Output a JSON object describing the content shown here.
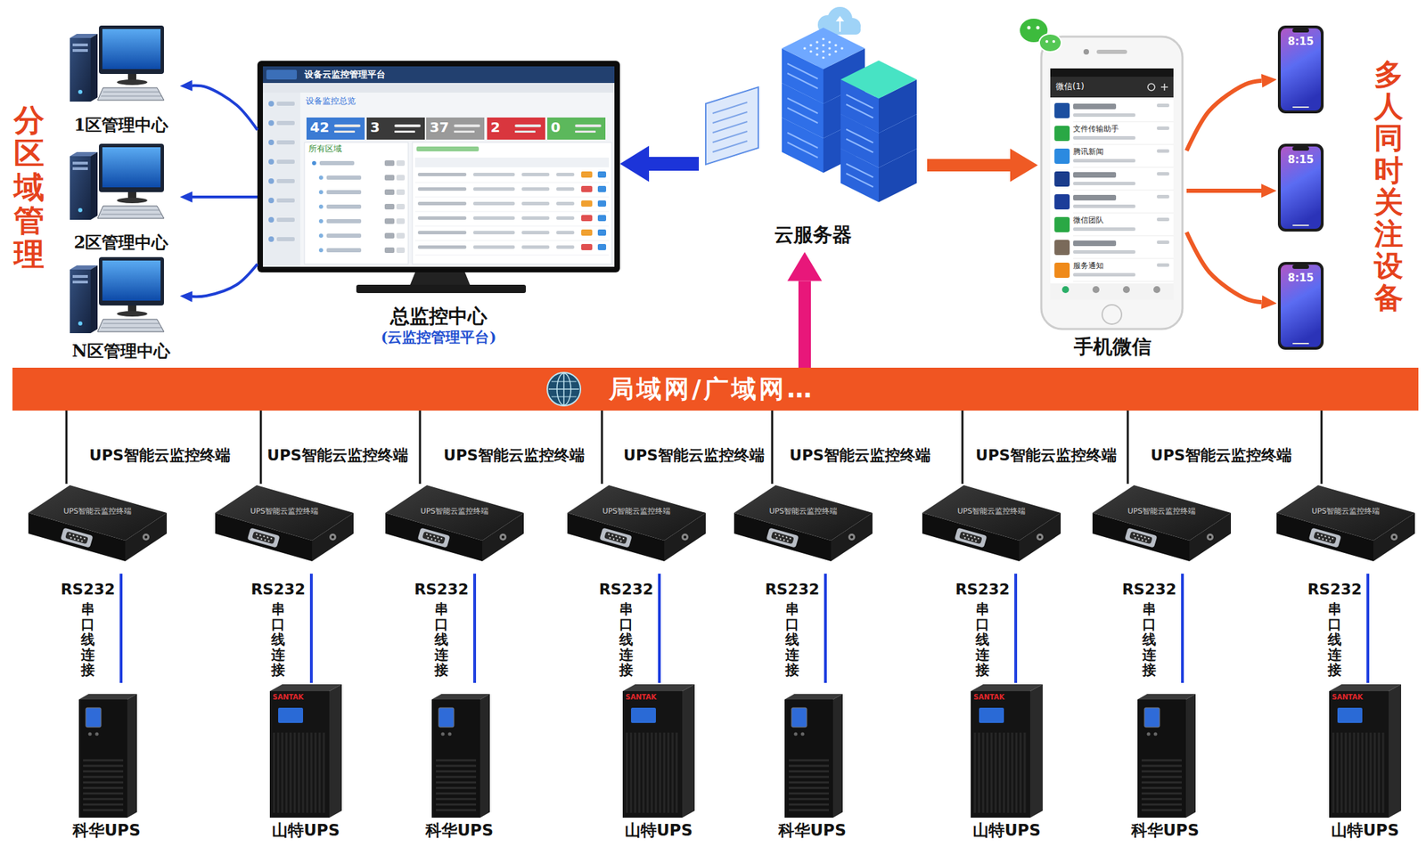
{
  "diagram": {
    "nodes": [
      {
        "text": [
          "1区管理中心"
        ]
      },
      {
        "text": [
          "2区管理中心"
        ]
      },
      {
        "text": [
          "N区管理中心"
        ]
      },
      {
        "text": [
          "总监控中心",
          "(云监控管理平台)"
        ]
      },
      {
        "text": [
          "云服务器"
        ]
      },
      {
        "text": [
          "手机微信"
        ]
      },
      {
        "text": [
          "8:15"
        ]
      },
      {
        "text": [
          "8:15"
        ]
      },
      {
        "text": [
          "8:15"
        ]
      },
      {
        "text": [
          "局域网/广域网…"
        ]
      },
      {
        "text": [
          "UPS智能云监控终端"
        ]
      },
      {
        "text": [
          "UPS智能云监控终端"
        ]
      },
      {
        "text": [
          "UPS智能云监控终端"
        ]
      },
      {
        "text": [
          "UPS智能云监控终端"
        ]
      },
      {
        "text": [
          "UPS智能云监控终端"
        ]
      },
      {
        "text": [
          "UPS智能云监控终端"
        ]
      },
      {
        "text": [
          "UPS智能云监控终端"
        ]
      },
      {
        "text": [
          "UPS智能云监控终端"
        ]
      },
      {
        "text": [
          "科华UPS"
        ]
      },
      {
        "text": [
          "山特UPS"
        ]
      },
      {
        "text": [
          "科华UPS"
        ]
      },
      {
        "text": [
          "山特UPS"
        ]
      },
      {
        "text": [
          "科华UPS"
        ]
      },
      {
        "text": [
          "山特UPS"
        ]
      },
      {
        "text": [
          "科华UPS"
        ]
      },
      {
        "text": [
          "山特UPS"
        ]
      }
    ],
    "edges": [
      {
        "from": 3,
        "to": 0,
        "arrow": "to"
      },
      {
        "from": 3,
        "to": 1,
        "arrow": "to"
      },
      {
        "from": 3,
        "to": 2,
        "arrow": "to"
      },
      {
        "from": 4,
        "to": 3,
        "arrow": "to"
      },
      {
        "from": 4,
        "to": 5,
        "arrow": "to"
      },
      {
        "from": 5,
        "to": 6,
        "arrow": "to"
      },
      {
        "from": 5,
        "to": 7,
        "arrow": "to"
      },
      {
        "from": 5,
        "to": 8,
        "arrow": "to"
      },
      {
        "from": 9,
        "to": 4,
        "arrow": "to"
      },
      {
        "from": 10,
        "to": 9,
        "arrow": "none"
      },
      {
        "from": 11,
        "to": 9,
        "arrow": "none"
      },
      {
        "from": 12,
        "to": 9,
        "arrow": "none"
      },
      {
        "from": 13,
        "to": 9,
        "arrow": "none"
      },
      {
        "from": 14,
        "to": 9,
        "arrow": "none"
      },
      {
        "from": 15,
        "to": 9,
        "arrow": "none"
      },
      {
        "from": 16,
        "to": 9,
        "arrow": "none"
      },
      {
        "from": 17,
        "to": 9,
        "arrow": "none"
      },
      {
        "from": 18,
        "to": 10,
        "arrow": "none"
      },
      {
        "from": 19,
        "to": 11,
        "arrow": "none"
      },
      {
        "from": 20,
        "to": 12,
        "arrow": "none"
      },
      {
        "from": 21,
        "to": 13,
        "arrow": "none"
      },
      {
        "from": 22,
        "to": 14,
        "arrow": "none"
      },
      {
        "from": 23,
        "to": 15,
        "arrow": "none"
      },
      {
        "from": 24,
        "to": 16,
        "arrow": "none"
      },
      {
        "from": 25,
        "to": 17,
        "arrow": "none"
      }
    ],
    "labels": [
      "分区域管理",
      "设备云监控管理平台",
      "设备监控总览",
      "42",
      "3",
      "37",
      "2",
      "0",
      "所有区域",
      "微信(1)",
      "文件传输助手",
      "腾讯新闻",
      "微信团队",
      "服务通知",
      "多人同时关注设备",
      "UPS智能云监控终端",
      "UPS智能云监控终端",
      "UPS智能云监控终端",
      "UPS智能云监控终端",
      "UPS智能云监控终端",
      "UPS智能云监控终端",
      "UPS智能云监控终端",
      "RS232",
      "RS232",
      "RS232",
      "RS232",
      "RS232",
      "RS232",
      "RS232",
      "RS232",
      "串口线连接",
      "串口线连接",
      "串口线连接",
      "串口线连接",
      "串口线连接",
      "串口线连接",
      "串口线连接",
      "串口线连接",
      "SANTAK",
      "SANTAK",
      "SANTAK",
      "SANTAK"
    ]
  }
}
